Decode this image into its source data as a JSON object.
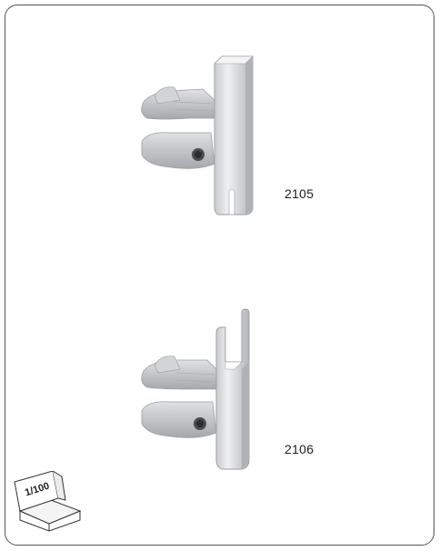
{
  "products": [
    {
      "code": "2105"
    },
    {
      "code": "2106"
    }
  ],
  "package": {
    "label": "1/100"
  },
  "colors": {
    "frame": "#555555",
    "metal_light": "#e6e7e9",
    "metal_mid": "#c3c5c8",
    "metal_dark": "#8e9196"
  }
}
